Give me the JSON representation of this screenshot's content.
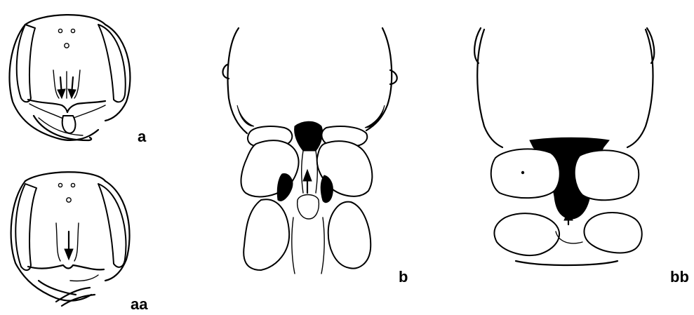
{
  "figure": {
    "panels": [
      {
        "id": "a",
        "label": "a"
      },
      {
        "id": "aa",
        "label": "aa"
      },
      {
        "id": "b",
        "label": "b"
      },
      {
        "id": "bb",
        "label": "bb"
      }
    ]
  },
  "colors": {
    "ink": "#000000",
    "paper": "#ffffff"
  }
}
